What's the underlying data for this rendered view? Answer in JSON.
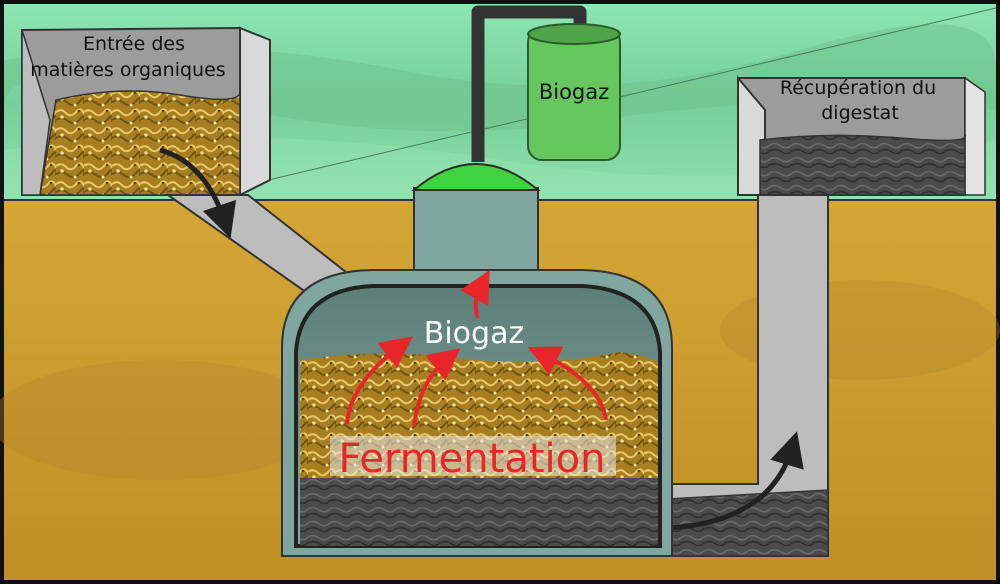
{
  "labels": {
    "input_bin": [
      "Entrée des",
      "matières organiques"
    ],
    "gas_tank": "Biogaz",
    "output_bin": [
      "Récupération du",
      "digestat"
    ],
    "chamber_gas": "Biogaz",
    "fermentation": "Fermentation"
  },
  "colors": {
    "sky": "#7fd9a6",
    "soil": "#c99a2e",
    "organic_matter": "#b88f2a",
    "digestate": "#4a4a4a",
    "tank_wall": "#7fa7a0",
    "gas_dome": "#3fd43f",
    "gas_tank": "#66c75e",
    "arrow_red": "#e8262a",
    "pipe": "#b9b9b9"
  }
}
